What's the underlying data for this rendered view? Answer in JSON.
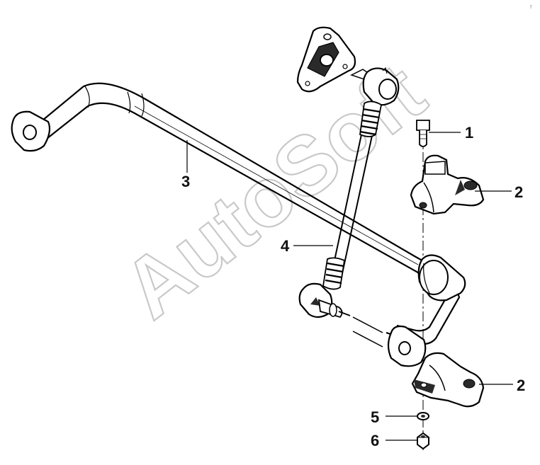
{
  "watermark": "AutoSoft",
  "corner_mark": "r",
  "callouts": [
    {
      "id": "1",
      "label": "1"
    },
    {
      "id": "2a",
      "label": "2"
    },
    {
      "id": "2b",
      "label": "2"
    },
    {
      "id": "3",
      "label": "3"
    },
    {
      "id": "4",
      "label": "4"
    },
    {
      "id": "5",
      "label": "5"
    },
    {
      "id": "6",
      "label": "6"
    }
  ],
  "colors": {
    "line": "#000000",
    "fill": "#ffffff",
    "shade": "#2a2a2a",
    "watermark": "#c9c9c9"
  }
}
